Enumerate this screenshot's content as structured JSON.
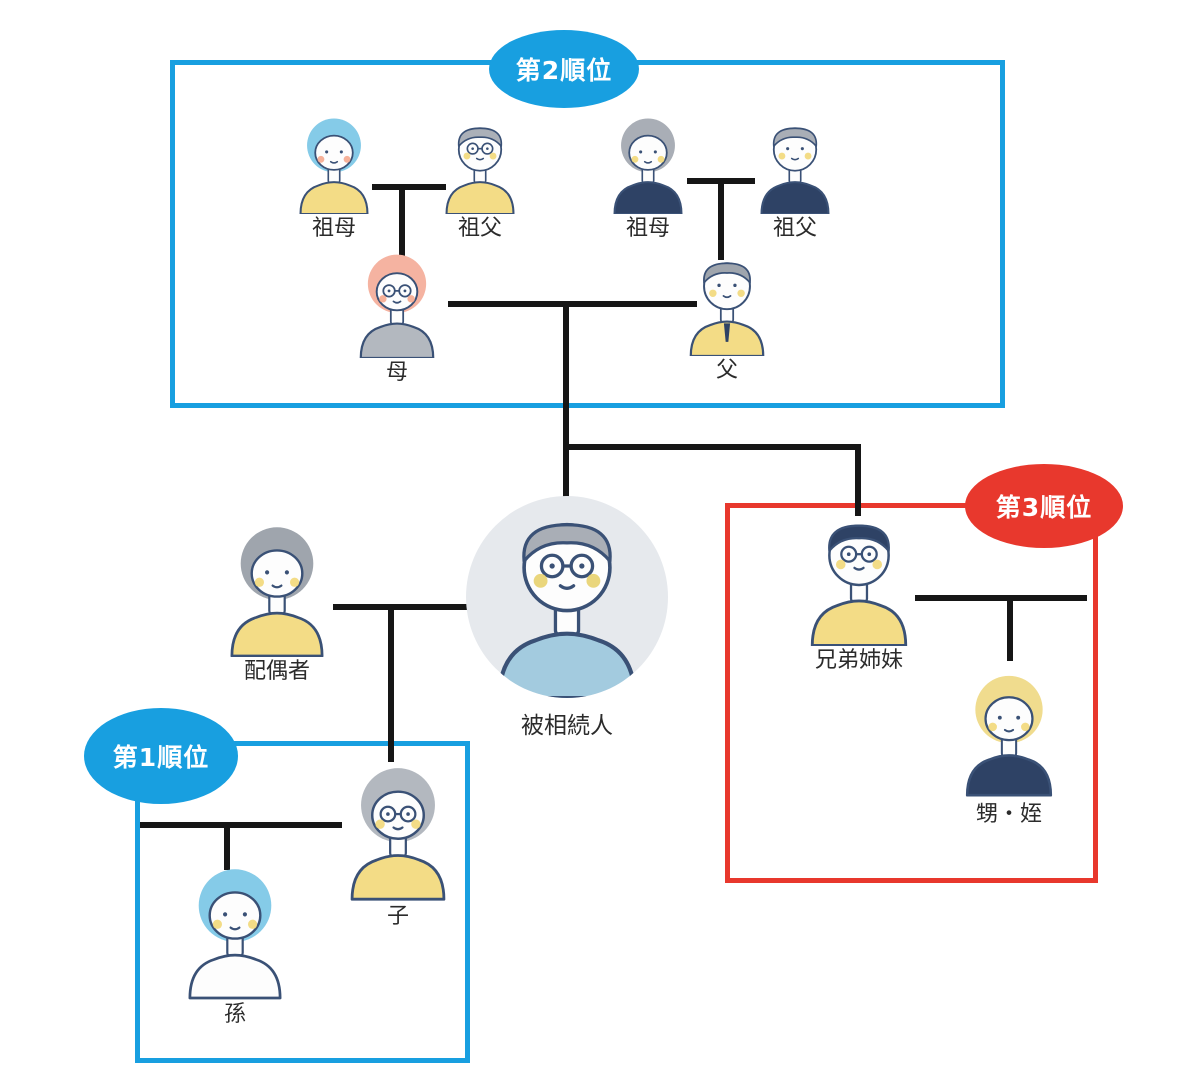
{
  "badges": {
    "rank1": "第1順位",
    "rank2": "第2順位",
    "rank3": "第3順位"
  },
  "people": {
    "grandmother_left": {
      "label": "祖母",
      "avatar": {
        "style": "bob",
        "hair": "#85CBE8",
        "clothes": "#F3DC86",
        "glasses": false,
        "blush": "#F5A98E"
      }
    },
    "grandfather_left": {
      "label": "祖父",
      "avatar": {
        "style": "short",
        "hair": "#ABB0B8",
        "clothes": "#F3DC86",
        "glasses": true,
        "blush": "#F2D879"
      }
    },
    "grandmother_right": {
      "label": "祖母",
      "avatar": {
        "style": "bob",
        "hair": "#A9AEB6",
        "clothes": "#2E4265",
        "glasses": false,
        "blush": "#F2D879"
      }
    },
    "grandfather_right": {
      "label": "祖父",
      "avatar": {
        "style": "short",
        "hair": "#A9AEB6",
        "clothes": "#2E4265",
        "glasses": false,
        "blush": "#F2D879"
      }
    },
    "mother": {
      "label": "母",
      "avatar": {
        "style": "bob",
        "hair": "#F5B3A1",
        "clothes": "#B3B8BF",
        "glasses": true,
        "blush": "#F5A98E"
      }
    },
    "father": {
      "label": "父",
      "avatar": {
        "style": "short",
        "hair": "#9FA5AD",
        "clothes": "#F3DC86",
        "glasses": false,
        "blush": "#F2D879",
        "tie": true
      }
    },
    "spouse": {
      "label": "配偶者",
      "avatar": {
        "style": "bob",
        "hair": "#9FA5AD",
        "clothes": "#F3DC86",
        "glasses": false,
        "blush": "#F2D879"
      }
    },
    "decedent": {
      "label": "被相続人",
      "avatar": {
        "style": "short",
        "hair": "#A9AEB6",
        "clothes": "#A3CBDF",
        "glasses": true,
        "blush": "#E8D26E"
      }
    },
    "child": {
      "label": "子",
      "avatar": {
        "style": "bob",
        "hair": "#B3B8BF",
        "clothes": "#F3DC86",
        "glasses": true,
        "blush": "#F2D879"
      }
    },
    "grandchild": {
      "label": "孫",
      "avatar": {
        "style": "bob",
        "hair": "#85CBE8",
        "clothes": "#FDFDFD",
        "glasses": false,
        "blush": "#F2D879"
      }
    },
    "sibling": {
      "label": "兄弟姉妹",
      "avatar": {
        "style": "short",
        "hair": "#2E4265",
        "clothes": "#F3DC86",
        "glasses": true,
        "blush": "#F2D879"
      }
    },
    "nephew_niece": {
      "label": "甥・姪",
      "avatar": {
        "style": "bob",
        "hair": "#F0DC8E",
        "clothes": "#2E4265",
        "glasses": false,
        "blush": "#F2D879"
      }
    }
  },
  "colors": {
    "accent_blue": "#189FE0",
    "accent_red": "#E8382D",
    "line_black": "#161616",
    "decedent_circle_bg": "#E6E9ED"
  }
}
